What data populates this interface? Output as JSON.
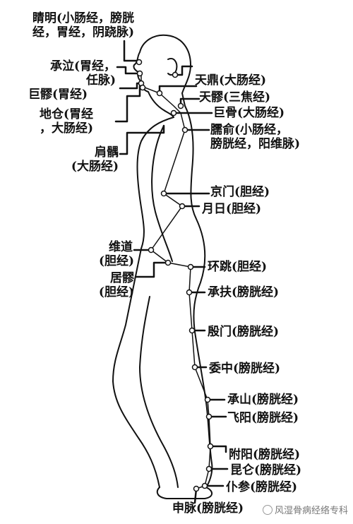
{
  "labels": {
    "jingming": [
      "睛明(小肠经，膀胱",
      "经，胃经，阴跷脉)"
    ],
    "chengqi": [
      "承泣(胃经，",
      "任脉)"
    ],
    "juliao_face": "巨髎(胃经)",
    "dicang": [
      "地仓(胃经",
      "，大肠经)"
    ],
    "jianyu": [
      "肩髃",
      "(大肠经)"
    ],
    "tianding": "天鼎(大肠经)",
    "tianliao": "天髎(三焦经)",
    "jugu": "巨骨(大肠经)",
    "naoshu": [
      "臑俞(小肠经，",
      "膀胱经，阳维脉)"
    ],
    "jingmen": "京门(胆经)",
    "riyue": "月日(胆经)",
    "weidao": [
      "维道",
      "(胆经)"
    ],
    "juliao_hip": [
      "居髎",
      "(胆经)"
    ],
    "huantiao": "环跳(胆经)",
    "chengfu": "承扶(膀胱经)",
    "yinmen": "殷门(膀胱经)",
    "weizhong": "委中(膀胱经)",
    "chengshan": "承山(膀胱经)",
    "feiyang": "飞阳(膀胱经)",
    "fuyang": "附阳(膀胱经)",
    "kunlun": "昆仑(膀胱经)",
    "pucan": "仆参(膀胱经)",
    "shenmai": "申脉(膀胱经)"
  },
  "watermark": "风湿骨病经络专科"
}
